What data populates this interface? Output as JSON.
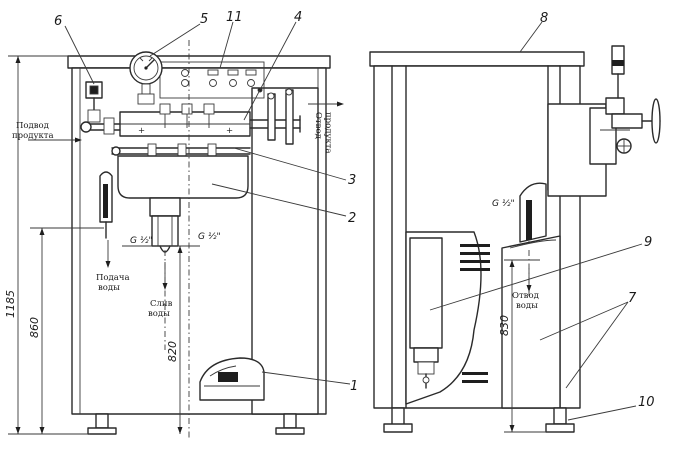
{
  "callouts": {
    "c1": "1",
    "c2": "2",
    "c3": "3",
    "c4": "4",
    "c5": "5",
    "c6": "6",
    "c7": "7",
    "c8": "8",
    "c9": "9",
    "c10": "10",
    "c11": "11"
  },
  "labels": {
    "product_inlet_line1": "Подвод",
    "product_inlet_line2": "продукта",
    "product_outlet_line1": "Отвод",
    "product_outlet_line2": "продукта",
    "water_inlet_line1": "Подача",
    "water_inlet_line2": "воды",
    "water_drain_line1": "Слив",
    "water_drain_line2": "воды",
    "water_outlet_line1": "Отвод",
    "water_outlet_line2": "воды"
  },
  "dimensions": {
    "overall_height": "1185",
    "water_inlet_height": "860",
    "water_drain_height": "820",
    "water_outlet_height": "830"
  },
  "fittings": {
    "front_left": "G ½\"",
    "front_right": "G ½\"",
    "side": "G ½\""
  }
}
